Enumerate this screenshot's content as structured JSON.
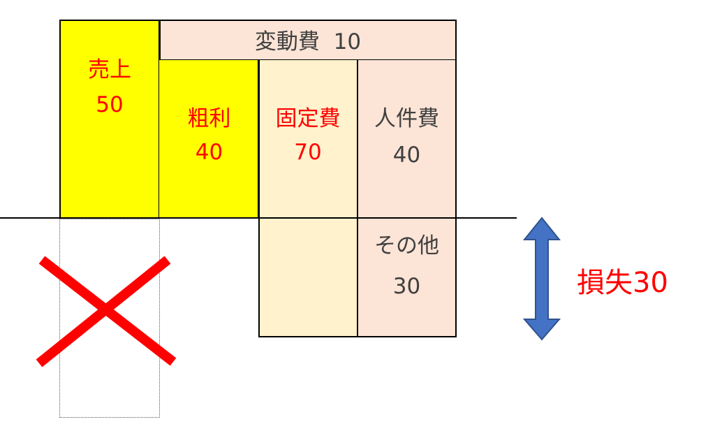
{
  "colors": {
    "sales_fill": "#ffff00",
    "variable_cost_fill": "#fce4d6",
    "fixed_cost_fill": "#fff2cc",
    "personnel_fill": "#fce4d6",
    "other_fill": "#fce4d6",
    "red_text": "#ff0000",
    "gray_text": "#404040",
    "arrow_fill": "#4472c4",
    "cross": "#ff0000"
  },
  "sales": {
    "label": "売上",
    "value": "50"
  },
  "gross_profit": {
    "label": "粗利",
    "value": "40"
  },
  "variable_cost": {
    "text": "変動費  10"
  },
  "fixed_cost": {
    "label": "固定費",
    "value": "70"
  },
  "personnel_cost": {
    "label": "人件費",
    "value": "40"
  },
  "other_cost": {
    "label": "その他",
    "value": "30"
  },
  "loss": {
    "text": "損失30"
  },
  "icons": {
    "cross": "x-mark-icon",
    "arrow": "double-arrow-icon"
  }
}
